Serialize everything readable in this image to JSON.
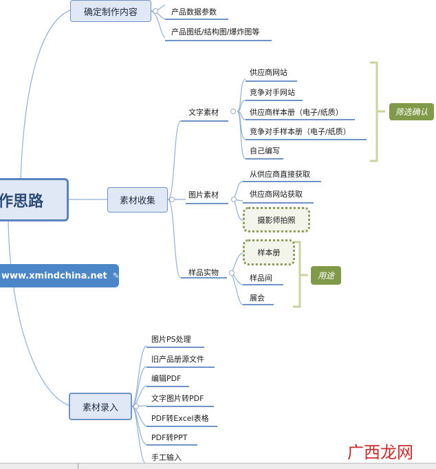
{
  "root": {
    "label": "作思路",
    "url": "www.xmindchina.net"
  },
  "branches": {
    "content": {
      "label": "确定制作内容",
      "items": [
        "产品数据参数",
        "产品图纸/结构图/爆炸图等"
      ]
    },
    "collect": {
      "label": "素材收集",
      "text_material": {
        "label": "文字素材",
        "items": [
          "供应商网站",
          "竞争对手网站",
          "供应商样本册（电子/纸质）",
          "竞争对手样本册（电子/纸质）",
          "自己编写"
        ],
        "tag": "筛选确认"
      },
      "image_material": {
        "label": "图片素材",
        "items": [
          "从供应商直接获取",
          "供应商网站获取",
          "摄影师拍照"
        ]
      },
      "samples": {
        "label": "样品实物",
        "items": [
          "样本册",
          "样品间",
          "展会"
        ],
        "tag": "用途"
      }
    },
    "entry": {
      "label": "素材录入",
      "items": [
        "图片PS处理",
        "旧产品册源文件",
        "编辑PDF",
        "文字图片转PDF",
        "PDF转Excel表格",
        "PDF转PPT",
        "手工输入"
      ]
    }
  },
  "watermark": "广西龙网",
  "colors": {
    "line": "#8fb0d8",
    "topic_border": "#6f93c4",
    "topic_fill": "#dfe8f4",
    "tag_fill": "#7f9a48",
    "bracket": "#c9d3a0",
    "url_fill": "#4a86c8"
  }
}
